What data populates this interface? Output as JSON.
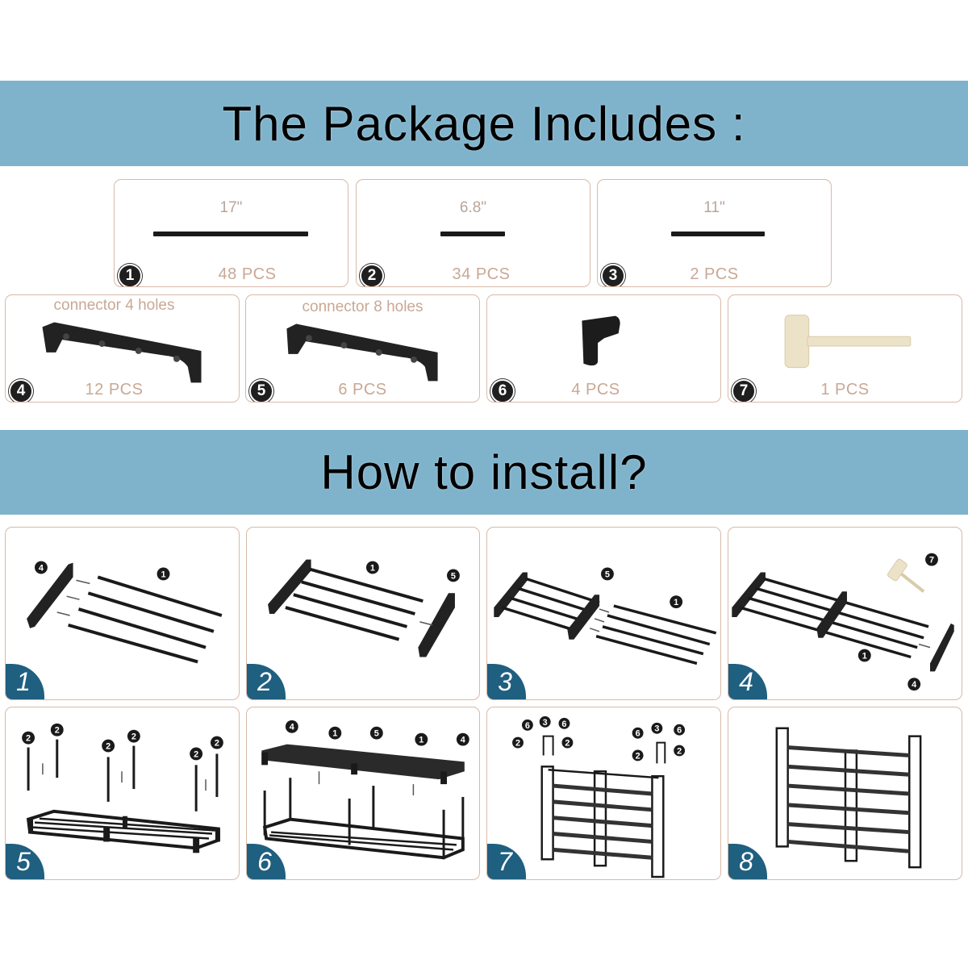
{
  "package_section": {
    "title": "The Package Includes :",
    "parts": [
      {
        "number": "1",
        "label": "17\"",
        "quantity": "48 PCS",
        "kind": "rod"
      },
      {
        "number": "2",
        "label": "6.8\"",
        "quantity": "34 PCS",
        "kind": "rod"
      },
      {
        "number": "3",
        "label": "11\"",
        "quantity": "2 PCS",
        "kind": "rod"
      },
      {
        "number": "4",
        "label": "connector 4 holes",
        "quantity": "12 PCS",
        "kind": "connector"
      },
      {
        "number": "5",
        "label": "connector 8 holes",
        "quantity": "6 PCS",
        "kind": "connector"
      },
      {
        "number": "6",
        "label": "",
        "quantity": "4 PCS",
        "kind": "corner-connector"
      },
      {
        "number": "7",
        "label": "",
        "quantity": "1 PCS",
        "kind": "mallet"
      }
    ]
  },
  "install_section": {
    "title": "How to install?",
    "steps": [
      {
        "number": "1",
        "part_labels": [
          "4",
          "1"
        ]
      },
      {
        "number": "2",
        "part_labels": [
          "1",
          "5"
        ]
      },
      {
        "number": "3",
        "part_labels": [
          "5",
          "1"
        ]
      },
      {
        "number": "4",
        "part_labels": [
          "7",
          "1",
          "4"
        ]
      },
      {
        "number": "5",
        "part_labels": [
          "2",
          "2",
          "2",
          "2",
          "2",
          "2"
        ]
      },
      {
        "number": "6",
        "part_labels": [
          "4",
          "1",
          "5",
          "1",
          "4"
        ]
      },
      {
        "number": "7",
        "part_labels": [
          "6",
          "3",
          "6",
          "2",
          "2",
          "6",
          "3",
          "6",
          "2",
          "2"
        ]
      },
      {
        "number": "8",
        "part_labels": []
      }
    ]
  },
  "colors": {
    "banner": "#7fb3cc",
    "step_badge": "#1f5f80",
    "card_border": "#d9b9a8",
    "part_text": "#c9a894",
    "metal": "#1a1a1a",
    "wood": "#e8dcc0"
  }
}
